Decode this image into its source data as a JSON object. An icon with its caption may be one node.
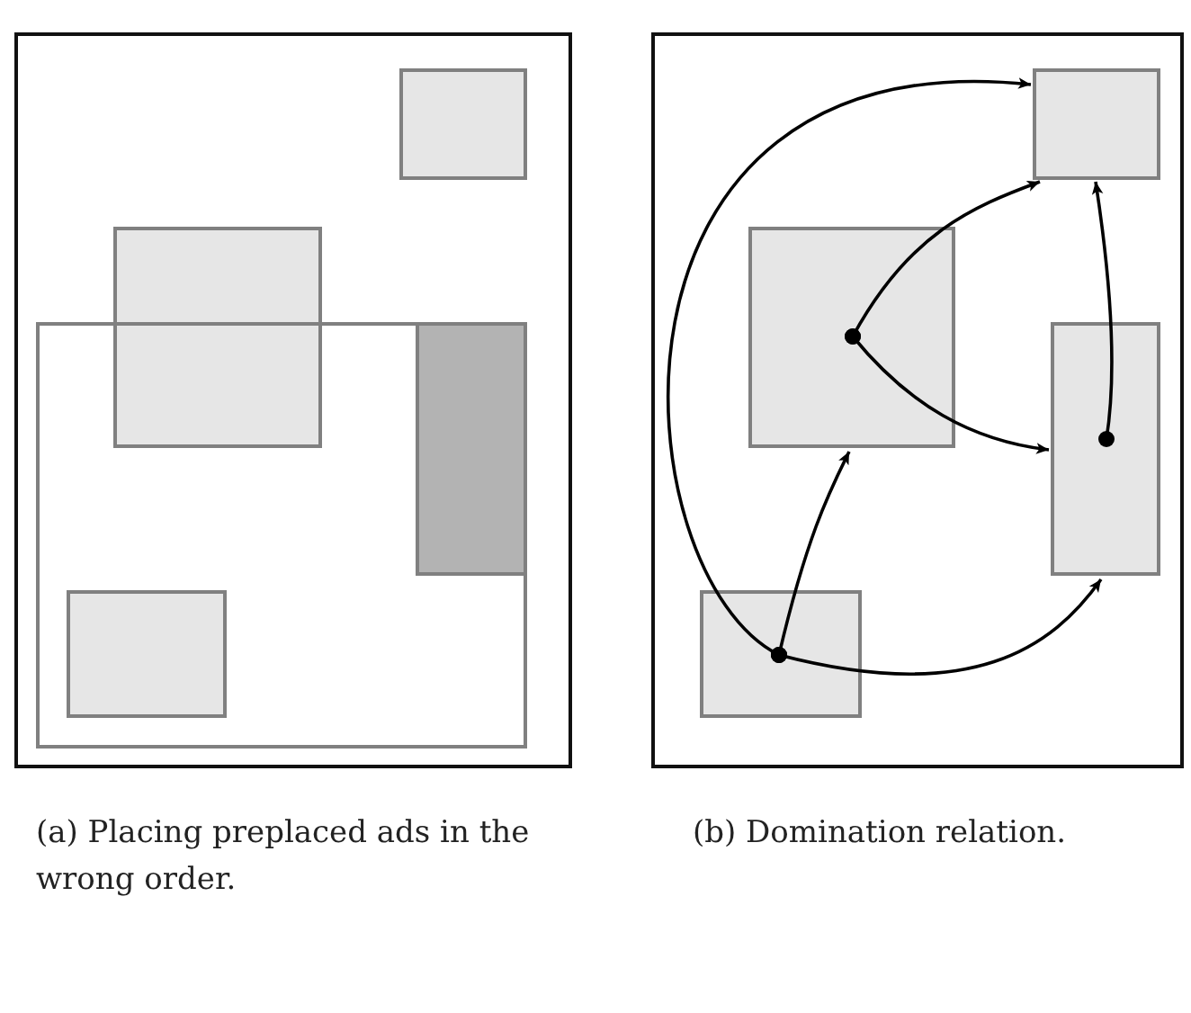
{
  "diagram": {
    "nodes": [
      {
        "text": [],
        "shape": "box"
      },
      {
        "text": [],
        "shape": "box",
        "in": 0
      },
      {
        "text": [],
        "shape": "box",
        "in": 0
      },
      {
        "text": [],
        "shape": "box",
        "in": 0
      },
      {
        "text": [],
        "shape": "box",
        "in": 3
      },
      {
        "text": [],
        "shape": "box",
        "in": 3
      },
      {
        "text": [],
        "shape": "box"
      },
      {
        "text": [],
        "shape": "box",
        "in": 6
      },
      {
        "text": [],
        "shape": "box",
        "in": 6
      },
      {
        "text": [],
        "shape": "box",
        "in": 6
      },
      {
        "text": [],
        "shape": "box",
        "in": 6
      }
    ],
    "edges": [
      {
        "from": 10,
        "to": 7,
        "arrow": "to"
      },
      {
        "from": 10,
        "to": 8,
        "arrow": "to"
      },
      {
        "from": 10,
        "to": 9,
        "arrow": "to"
      },
      {
        "from": 8,
        "to": 7,
        "arrow": "to"
      },
      {
        "from": 8,
        "to": 9,
        "arrow": "to"
      },
      {
        "from": 9,
        "to": 7,
        "arrow": "to"
      }
    ],
    "labels": [
      "(a) Placing preplaced ads in the wrong order.",
      "(b) Domination relation."
    ]
  }
}
